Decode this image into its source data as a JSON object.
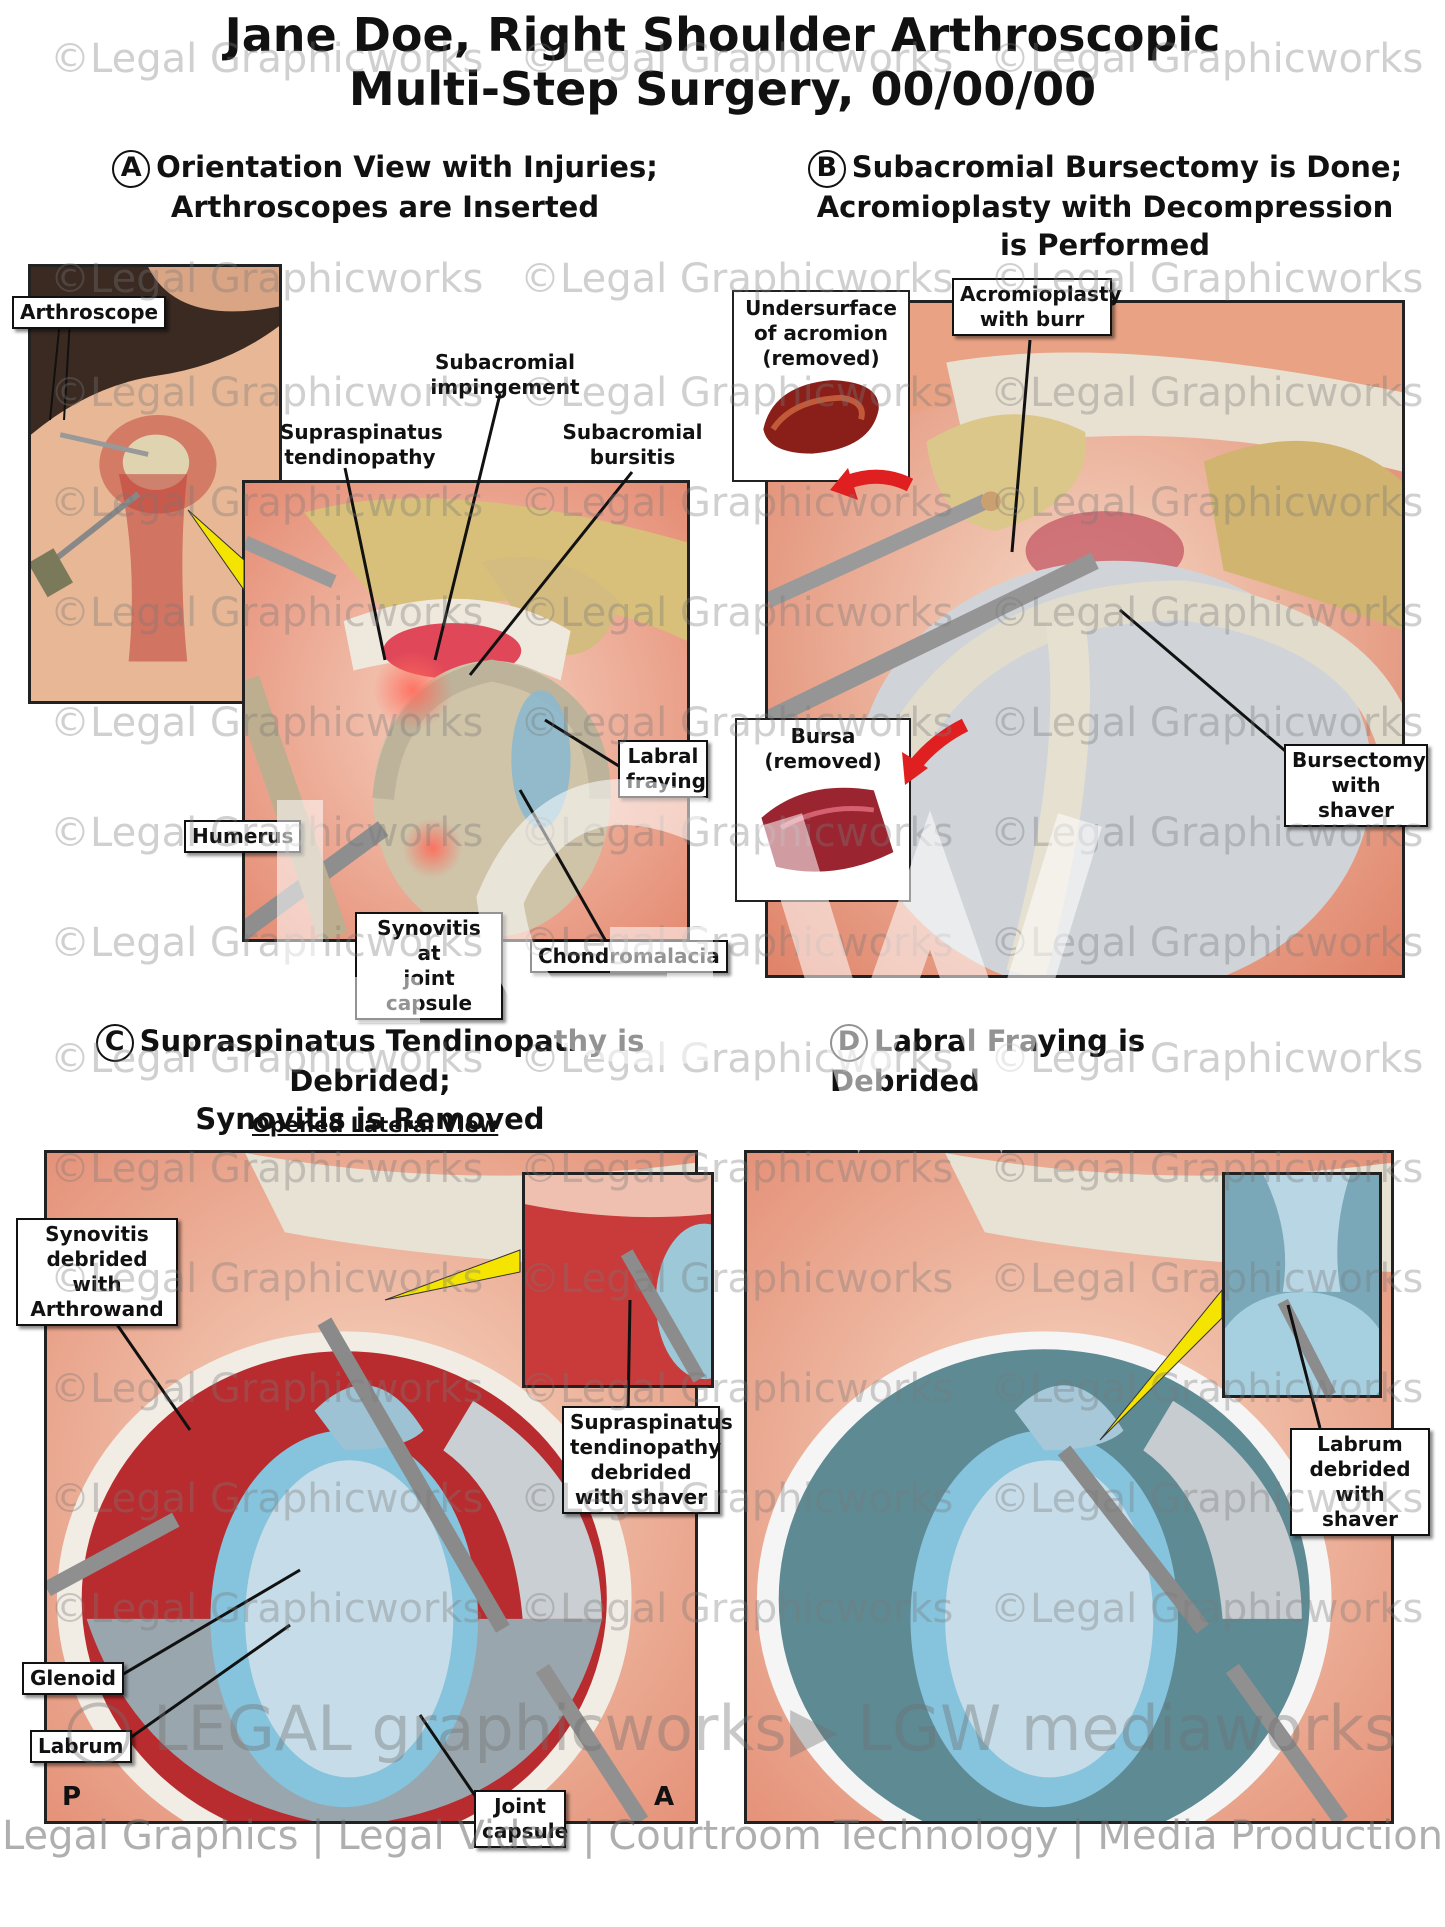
{
  "title": {
    "line1": "Jane Doe, Right Shoulder Arthroscopic",
    "line2": "Multi-Step Surgery, 00/00/00"
  },
  "panels": {
    "a": {
      "letter": "A",
      "title_line1": "Orientation View with Injuries;",
      "title_line2": "Arthroscopes are Inserted",
      "labels": {
        "arthroscope": "Arthroscope",
        "subacromial_impingement_1": "Subacromial",
        "subacromial_impingement_2": "impingement",
        "supraspinatus_1": "Supraspinatus",
        "supraspinatus_2": "tendinopathy",
        "bursitis_1": "Subacromial",
        "bursitis_2": "bursitis",
        "labral_1": "Labral",
        "labral_2": "fraying",
        "humerus": "Humerus",
        "synovitis_1": "Synovitis at",
        "synovitis_2": "joint capsule",
        "chondromalacia": "Chondromalacia"
      }
    },
    "b": {
      "letter": "B",
      "title_line1": "Subacromial Bursectomy is Done;",
      "title_line2": "Acromioplasty with Decompression",
      "title_line3": "is Performed",
      "labels": {
        "undersurface_1": "Undersurface",
        "undersurface_2": "of acromion",
        "undersurface_3": "(removed)",
        "acromioplasty_1": "Acromioplasty",
        "acromioplasty_2": "with burr",
        "bursa_1": "Bursa",
        "bursa_2": "(removed)",
        "bursectomy_1": "Bursectomy",
        "bursectomy_2": "with shaver"
      }
    },
    "c": {
      "letter": "C",
      "title_line1": "Supraspinatus Tendinopathy is Debrided;",
      "title_line2": "Synovitis is Removed",
      "subtitle": "Opened Lateral View",
      "labels": {
        "synovitis_1": "Synovitis",
        "synovitis_2": "debrided with",
        "synovitis_3": "Arthrowand",
        "supra_1": "Supraspinatus",
        "supra_2": "tendinopathy",
        "supra_3": "debrided",
        "supra_4": "with shaver",
        "glenoid": "Glenoid",
        "labrum": "Labrum",
        "joint_1": "Joint",
        "joint_2": "capsule",
        "p": "P",
        "a": "A"
      }
    },
    "d": {
      "letter": "D",
      "title_line1": "Labral Fraying is Debrided",
      "labels": {
        "labrum_1": "Labrum",
        "labrum_2": "debrided",
        "labrum_3": "with shaver"
      }
    }
  },
  "watermark": "©Legal Graphicworks",
  "brand": {
    "legal": "LEGAL",
    "graphicworks": "graphicworks",
    "lgw": "LGW",
    "mediaworks": "mediaworks"
  },
  "footer": "Legal Graphics | Legal Video | Courtroom Technology | Media Production",
  "colors": {
    "muscle_red": "#b8302c",
    "bone": "#d8c48a",
    "cartilage_blue": "#8cc6dc",
    "skin": "#e8b89a",
    "tendon": "#ece4d4",
    "pointer_yellow": "#f4e400"
  }
}
